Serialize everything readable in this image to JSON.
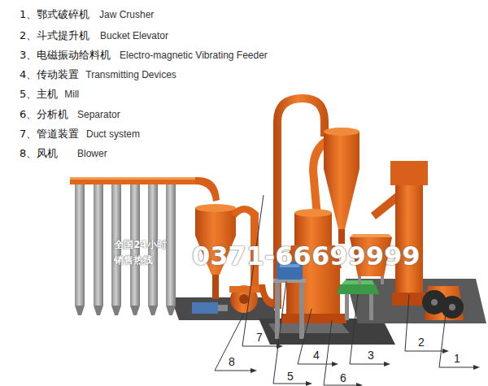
{
  "diagram": {
    "labels": [
      "1、鄂式破碎机",
      "Jaw Crusher",
      "2、斗式提升机",
      "Bucket Elevator",
      "3、电磁振动给料机",
      "Electro-magnetic Vibrating Feeder",
      "4、传动装置",
      "Transmitting Devices",
      "5、主机",
      "Mill",
      "6、分析机",
      "Separator",
      "7、管道装置",
      "Duct system",
      "8、风机",
      "Blower",
      "1",
      "2",
      "3",
      "4",
      "5",
      "6",
      "7",
      "8",
      "全国24小时",
      "销售热线",
      "0371-66699999"
    ]
  }
}
